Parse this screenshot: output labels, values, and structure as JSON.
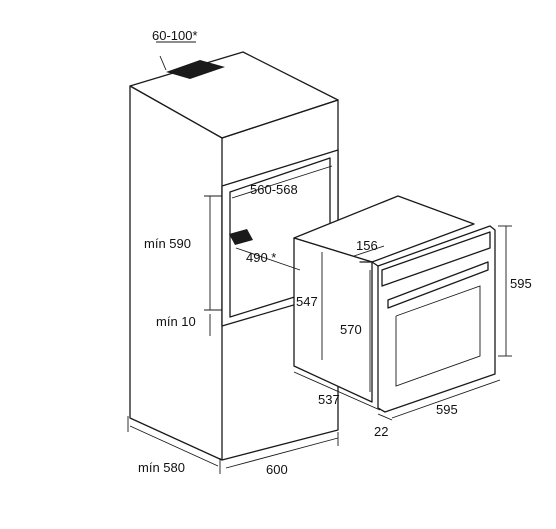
{
  "labels": {
    "top_cutout": "60-100*",
    "niche_width": "560-568",
    "niche_min_height": "mín 590",
    "niche_depth": "490 *",
    "min_gap": "mín 10",
    "cabinet_min_depth": "mín 580",
    "cabinet_width": "600",
    "panel_offset": "156",
    "oven_side_height": "547",
    "oven_body_height": "570",
    "oven_total_height": "595",
    "oven_depth": "537",
    "door_thickness": "22",
    "oven_width": "595"
  },
  "colors": {
    "line": "#1a1a1a",
    "vent": "#1a1a1a",
    "background": "#ffffff"
  }
}
